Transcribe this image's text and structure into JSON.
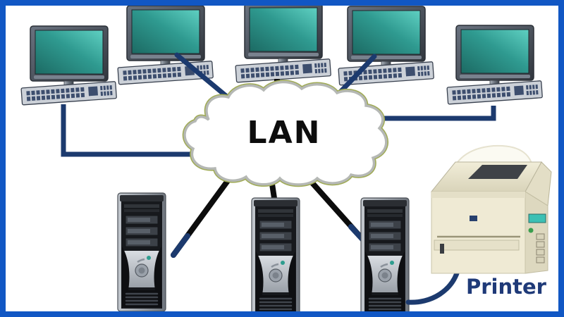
{
  "diagram": {
    "cloud": {
      "label": "LAN"
    },
    "printer": {
      "label": "Printer"
    },
    "workstation_count": 5,
    "server_count": 3
  },
  "colors": {
    "frame_border": "#1157c4",
    "background": "#ffffff",
    "cable_navy": "#1c3a6e",
    "cable_black": "#0c0c0c",
    "cloud_fill": "#ffffff",
    "cloud_border_gray": "#b5b8b5",
    "cloud_border_olive": "#a0ab55",
    "screen_teal": "#2f9a90",
    "printer_body": "#efead4",
    "printer_display": "#3cc0b4",
    "label_black": "#0d0d0d",
    "label_navy": "#1f3a78"
  }
}
